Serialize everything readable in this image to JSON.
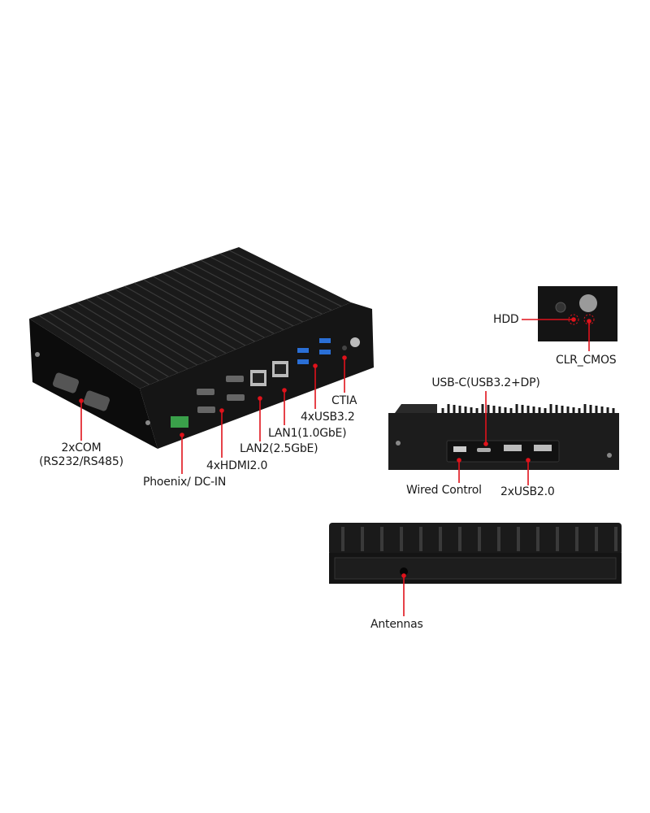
{
  "colors": {
    "leader": "#e0121b",
    "device": "#111111",
    "heatsink": "#1c1c1c",
    "usb_blue": "#2a6fd6",
    "phoenix_green": "#3aa04a"
  },
  "labels": {
    "com": "2xCOM",
    "com_sub": "(RS232/RS485)",
    "phoenix": "Phoenix/  DC-IN",
    "hdmi": "4xHDMI2.0",
    "lan2": "LAN2(2.5GbE)",
    "lan1": "LAN1(1.0GbE)",
    "usb32": "4xUSB3.2",
    "ctia": "CTIA",
    "hdd": "HDD",
    "clr_cmos": "CLR_CMOS",
    "usbc": "USB-C(USB3.2+DP)",
    "wired": "Wired Control",
    "usb20": "2xUSB2.0",
    "antennas": "Antennas"
  }
}
